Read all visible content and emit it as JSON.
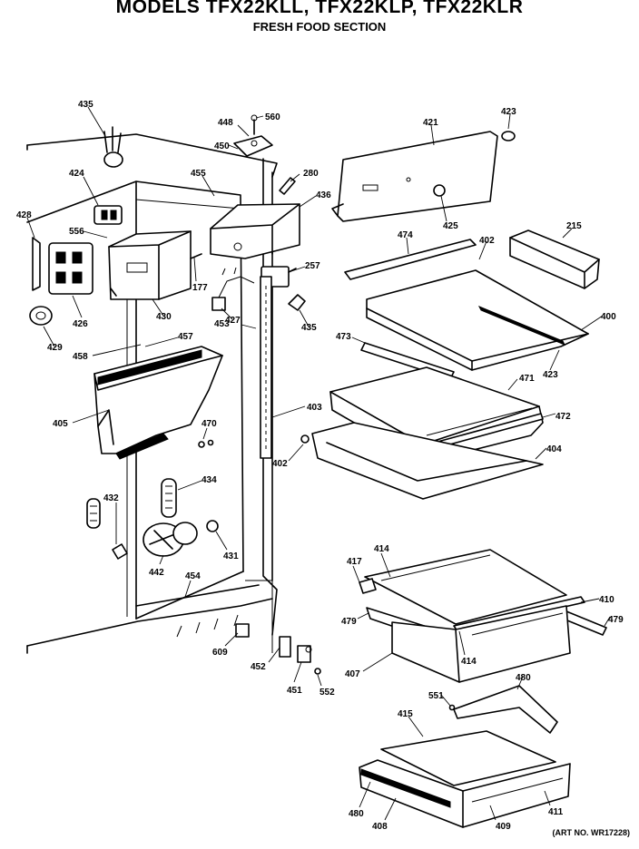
{
  "header": {
    "title": "MODELS TFX22KLL, TFX22KLP, TFX22KLR",
    "subtitle": "FRESH FOOD SECTION"
  },
  "footer": {
    "art_no": "(ART NO. WR17228)"
  },
  "parts": {
    "p435a": "435",
    "p448": "448",
    "p560": "560",
    "p421": "421",
    "p423a": "423",
    "p450": "450",
    "p424": "424",
    "p455": "455",
    "p280": "280",
    "p428": "428",
    "p436": "436",
    "p425": "425",
    "p215": "215",
    "p556": "556",
    "p474": "474",
    "p402a": "402",
    "p257": "257",
    "p177": "177",
    "p426": "426",
    "p430": "430",
    "p427": "427",
    "p435b": "435",
    "p400": "400",
    "p429": "429",
    "p453": "453",
    "p473": "473",
    "p457": "457",
    "p458": "458",
    "p423b": "423",
    "p471": "471",
    "p403": "403",
    "p472": "472",
    "p405": "405",
    "p470": "470",
    "p402b": "402",
    "p404": "404",
    "p434": "434",
    "p432": "432",
    "p431": "431",
    "p442": "442",
    "p454": "454",
    "p417": "417",
    "p414a": "414",
    "p410": "410",
    "p479a": "479",
    "p479b": "479",
    "p414b": "414",
    "p609": "609",
    "p452": "452",
    "p407": "407",
    "p451": "451",
    "p552": "552",
    "p480a": "480",
    "p551": "551",
    "p415": "415",
    "p480b": "480",
    "p411": "411",
    "p408": "408",
    "p409": "409"
  }
}
